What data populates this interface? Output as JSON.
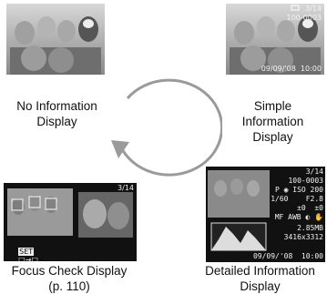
{
  "modes": {
    "no_info": {
      "caption": "No Information\nDisplay"
    },
    "simple": {
      "caption": "Simple\nInformation\nDisplay",
      "overlay": {
        "counter": "3/14",
        "file_no": "100-0003",
        "date_time": "09/09/'08  10:00"
      }
    },
    "focus_check": {
      "caption": "Focus Check Display\n(p. 110)",
      "overlay": {
        "counter": "3/14",
        "set_label": "SET",
        "set_value": "□→□"
      }
    },
    "detailed": {
      "caption": "Detailed Information\nDisplay",
      "overlay": {
        "counter": "3/14",
        "file_no": "100-0003",
        "mode_line": "P ◉ ISO 200",
        "shutter_aperture": "1/60    F2.8",
        "exposure_comp": "±0  ±0",
        "misc": "MF AWB ◐ ✋",
        "file_size": "2.85MB",
        "resolution": "3416x3312",
        "date_time": "09/09/'08  10:00"
      }
    }
  },
  "colors": {
    "arrow": "#9a9a9a",
    "screen_bg": "#111111",
    "focus_frame": "#e8e8e8"
  }
}
